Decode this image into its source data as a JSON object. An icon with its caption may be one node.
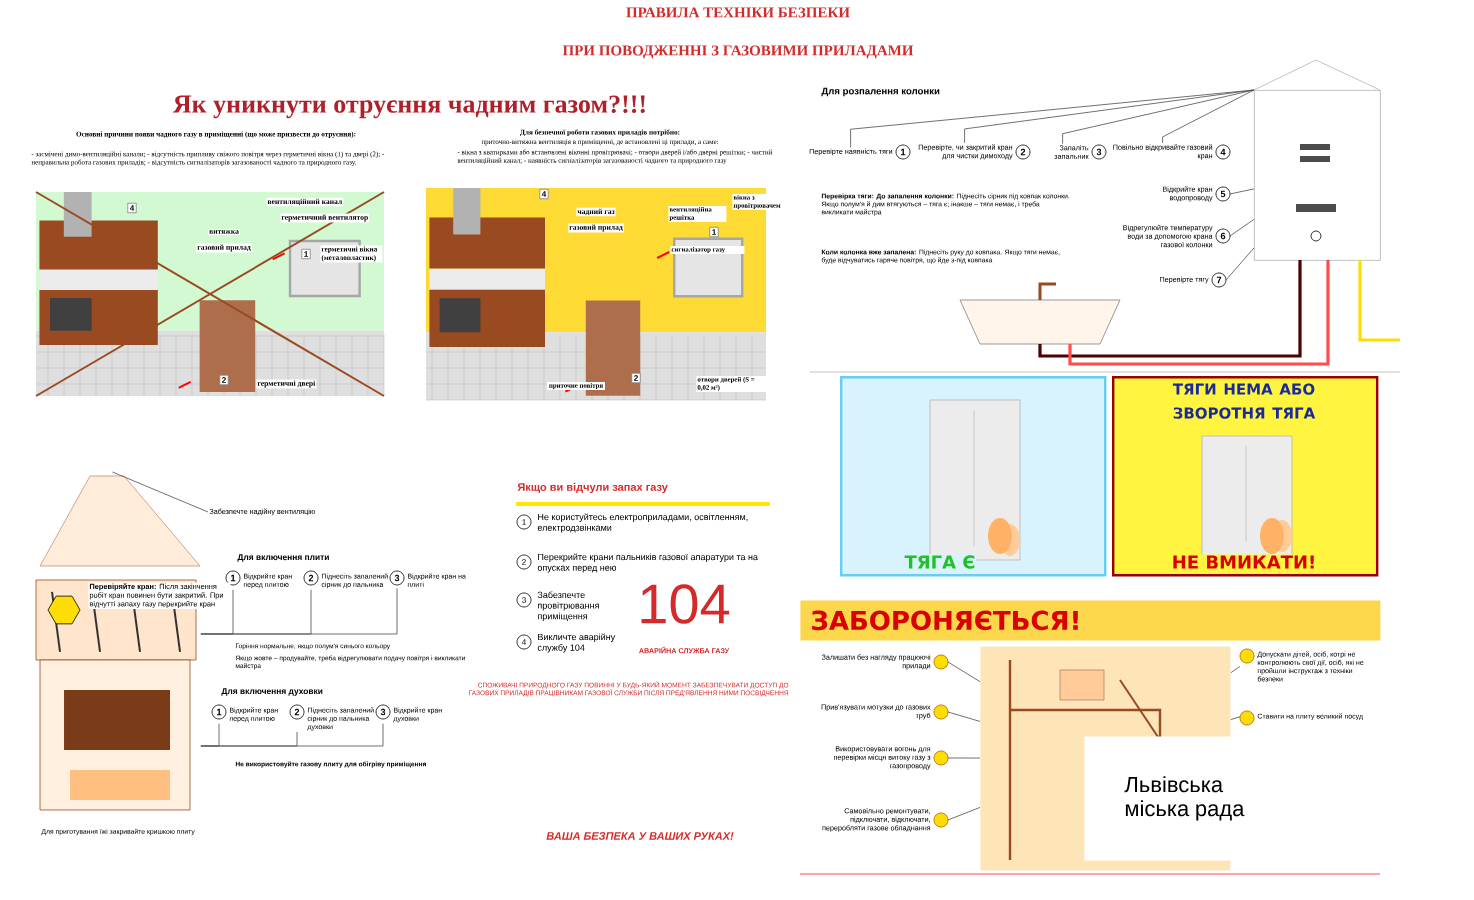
{
  "diagram": {
    "title": "ПРИ ПОВОДЖЕННІ З ГАЗОВИМИ ПРИЛАДАМИ",
    "nodes": [
      {
        "text": [],
        "shape": "picture"
      },
      {
        "text": [],
        "shape": "picture"
      },
      {
        "text": [],
        "shape": "picture"
      },
      {
        "text": [
          "Перевірте наявність тяги",
          "1"
        ]
      },
      {
        "text": [
          "Перевірте, чи закритий кран для чистки димоходу",
          "2"
        ]
      },
      {
        "text": [
          "Запаліть запальник",
          "3"
        ]
      },
      {
        "text": [
          "Повільно відкривайте газовий кран",
          "4"
        ]
      },
      {
        "text": [
          "Відкрийте кран водопроводу",
          "5"
        ]
      },
      {
        "text": [
          "Відрегулюйте температуру води за допомогою крана газової колонки",
          "6"
        ]
      },
      {
        "text": [
          "Перевірте тягу",
          "7"
        ]
      },
      {
        "text": [
          "ТЯГА Є"
        ]
      },
      {
        "text": [
          "ТЯГИ НЕМА АБО ЗВОРОТНЯ ТЯГА",
          "НЕ ВМИКАТИ!"
        ]
      },
      {
        "text": [],
        "shape": "picture"
      },
      {
        "text": [
          "Забезпечте надійну вентиляцію"
        ]
      },
      {
        "text": [
          "1",
          "Відкрийте кран перед плитою"
        ]
      },
      {
        "text": [
          "2",
          "Піднесіть запалений сірник до пальника"
        ]
      },
      {
        "text": [
          "3",
          "Відкрийте кран на плиті"
        ]
      },
      {
        "text": [
          "1",
          "Відкрийте кран перед плитою"
        ]
      },
      {
        "text": [
          "2",
          "Піднесіть запалений сірник до пальника духовки"
        ]
      },
      {
        "text": [
          "3",
          "Відкрийте кран духовки"
        ]
      },
      {
        "text": [
          "ЗАБОРОНЯЄТЬСЯ!"
        ]
      },
      {
        "text": [],
        "shape": "picture"
      },
      {
        "text": [
          "Залишати без нагляду працюючі прилади"
        ]
      },
      {
        "text": [
          "Прив'язувати мотузки до газових труб"
        ]
      },
      {
        "text": [
          "Використовувати вогонь для перевірки місця витоку газу з газопроводу"
        ]
      },
      {
        "text": [
          "Самовільно ремонтувати, підключати, відключати, переробляти газове обладнання"
        ]
      },
      {
        "text": [
          "Допускати дітей, осіб, котрі не контролюють свої дії, осіб, які не пройшли інструктаж з техніки безпеки"
        ]
      },
      {
        "text": [
          "Ставити на плиту великий посуд"
        ]
      },
      {
        "text": [
          "Львівська міська рада"
        ]
      }
    ],
    "edges": [
      {
        "from": 3,
        "to": 2,
        "arrow": "none"
      },
      {
        "from": 4,
        "to": 2,
        "arrow": "none"
      },
      {
        "from": 5,
        "to": 2,
        "arrow": "none"
      },
      {
        "from": 6,
        "to": 2,
        "arrow": "none"
      },
      {
        "from": 7,
        "to": 2,
        "arrow": "none"
      },
      {
        "from": 8,
        "to": 2,
        "arrow": "none"
      },
      {
        "from": 9,
        "to": 2,
        "arrow": "none"
      },
      {
        "from": 13,
        "to": 12,
        "arrow": "none"
      },
      {
        "from": 14,
        "to": 12,
        "arrow": "none"
      },
      {
        "from": 15,
        "to": 12,
        "arrow": "none"
      },
      {
        "from": 16,
        "to": 12,
        "arrow": "none"
      },
      {
        "from": 17,
        "to": 12,
        "arrow": "none"
      },
      {
        "from": 18,
        "to": 12,
        "arrow": "none"
      },
      {
        "from": 19,
        "to": 12,
        "arrow": "none"
      },
      {
        "from": 22,
        "to": 21,
        "arrow": "none"
      },
      {
        "from": 23,
        "to": 21,
        "arrow": "none"
      },
      {
        "from": 24,
        "to": 21,
        "arrow": "none"
      },
      {
        "from": 25,
        "to": 21,
        "arrow": "none"
      },
      {
        "from": 26,
        "to": 21,
        "arrow": "none"
      },
      {
        "from": 27,
        "to": 21,
        "arrow": "none"
      }
    ],
    "labels": [
      "ПРАВИЛА ТЕХНІКИ БЕЗПЕКИ",
      "Як уникнути отруєння чадним газом?!!!",
      "Основні причини появи чадного газу в приміщенні (що може призвести до отруєння):",
      "- засмічені димо-вентиляційні канали; - відсутність припливу свіжого повітря через герметичні вікна (1) та двері (2); - неправильна робота газових приладів; - відсутність сигналізаторів загазованості чадного та природного газу.",
      "Для безпечної роботи газових приладів потрібно:",
      "приточно-витяжна вентиляція в приміщенні, де встановлені ці прилади, а саме:",
      "- вікна з кватирками або встановлені віконні провітрювачі; - отвори дверей і/або дверні решітки; - чистий вентиляційний канал; - наявність сигналізаторів загазованості чадного та природного газу",
      "4",
      "вентиляційний канал",
      "герметичний вентилятор",
      "витяжка",
      "газовий прилад",
      "1",
      "герметичні вікна (металопластик)",
      "2",
      "герметичні двері",
      "4",
      "чадний газ",
      "газовий прилад",
      "вентиляційна решітка",
      "вікна з провітрювачем",
      "1",
      "сигналізатор газу",
      "2",
      "приточне повітря",
      "отвори дверей (S = 0,02 м²)",
      "Для розпалення колонки",
      "**Перевірка тяги: До запалення колонки:** Піднесіть сірник під ковпак колонки. Якщо полум'я й дим втягуються – тяга є; інакше – тяги немає, і треба викликати майстра",
      "**Коли колонка вже запалена:** Піднесіть руку до ковпака. Якщо тяги немає, буде відчуватись гаряче повітря, що йде з-під ковпака",
      "Для включення плити",
      "**Перевіряйте кран:** Після закінчення робіт кран повинен бути закритий. При відчутті запаху газу перекрийте кран",
      "Горіння нормальне, якщо полум'я синього кольору",
      "Якщо жовте – продувайте, треба відрегулювати подачу повітря і викликати майстра",
      "Для включення духовки",
      "Не використовуйте газову плиту для обігріву приміщення",
      "Для приготування їжі закривайте кришкою плиту",
      "Якщо ви відчули запах газу",
      "1",
      "Не користуйтесь електроприладами, освітленням, електродзвінками",
      "2",
      "Перекрийте крани пальників газової апаратури та на опусках перед нею",
      "3",
      "Забезпечте провітрювання приміщення",
      "4",
      "Викличте аварійну службу 104",
      "104",
      "АВАРІЙНА СЛУЖБА ГАЗУ",
      "СПОЖИВАЧІ ПРИРОДНОГО ГАЗУ ПОВИННІ У БУДЬ-ЯКИЙ МОМЕНТ ЗАБЕЗПЕЧУВАТИ ДОСТУП ДО ГАЗОВИХ ПРИЛАДІВ ПРАЦІВНИКАМ ГАЗОВОЇ СЛУЖБИ ПІСЛЯ ПРЕД'ЯВЛЕННЯ НИМИ ПОСВІДЧЕННЯ",
      "ВАША БЕЗПЕКА У ВАШИХ РУКАХ!"
    ]
  }
}
